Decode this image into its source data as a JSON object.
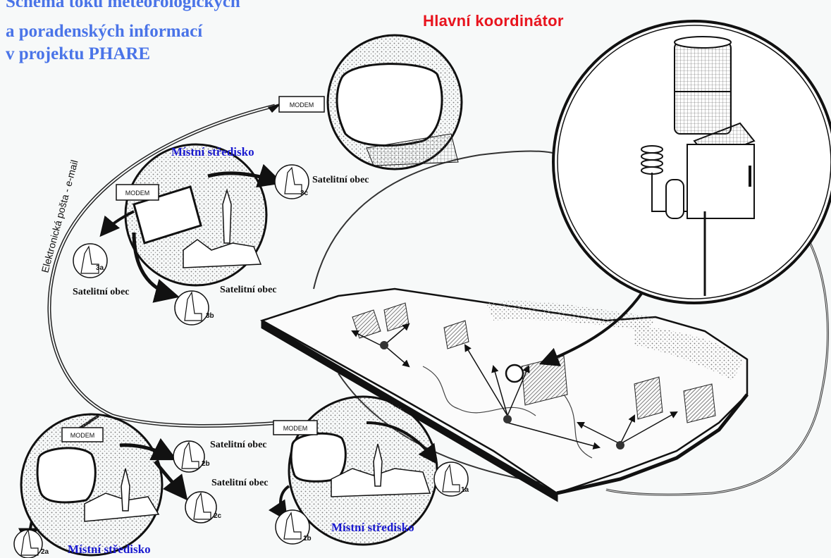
{
  "title": {
    "line1": "Schéma toku meteorologických",
    "line2": "a poradenských informací",
    "line3": "v  projektu PHARE"
  },
  "main_coordinator": "Hlavní koordinátor",
  "email_path_label": "Elektronická pošta - e-mail",
  "modem_label": "MODEM",
  "centers": {
    "upper": "Místní středisko",
    "lower_right": "Místní středisko",
    "lower_left": "Místní středisko"
  },
  "satellites": {
    "s3c": "Satelitní obec",
    "s3a": "Satelitní obec",
    "s3b": "Satelitní obec",
    "s2b": "Satelitní obec",
    "s2c": "Satelitní obec"
  },
  "village_ids": [
    "3c",
    "3a",
    "3b",
    "2b",
    "2c",
    "2a",
    "1a",
    "1b"
  ],
  "colors": {
    "title": "#4a74e8",
    "coordinator": "#e8141e",
    "center": "#1a1ad0",
    "ink": "#111111",
    "background": "#f7f9f9"
  }
}
